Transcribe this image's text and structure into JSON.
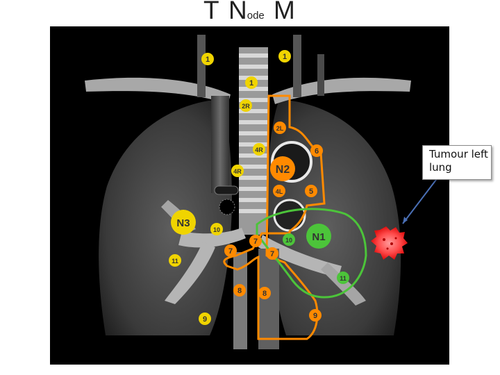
{
  "title": {
    "t": "T",
    "n_big": "N",
    "n_small": "ode",
    "m": "M"
  },
  "callout": {
    "text": "Tumour left lung"
  },
  "station_groups": [
    {
      "label": "N3",
      "color": "#f0d400"
    },
    {
      "label": "N2",
      "color": "#ff8a00"
    },
    {
      "label": "N1",
      "color": "#4cc43a"
    }
  ],
  "node_labels": {
    "n1a": "1",
    "n1b": "1",
    "n1c": "1",
    "n2r": "2R",
    "n2l": "2L",
    "n4r_a": "4R",
    "n4r_b": "4R",
    "n4l": "4L",
    "n5": "5",
    "n6": "6",
    "n7a": "7",
    "n7b": "7",
    "n7c": "7",
    "n8a": "8",
    "n8b": "8",
    "n9a": "9",
    "n9b": "9",
    "n10a": "10",
    "n10b": "10",
    "n11a": "11",
    "n11b": "11"
  },
  "colors": {
    "yellow": "#f0d400",
    "orange": "#ff8a00",
    "green": "#4cc43a",
    "tumour": "#ff4040"
  }
}
